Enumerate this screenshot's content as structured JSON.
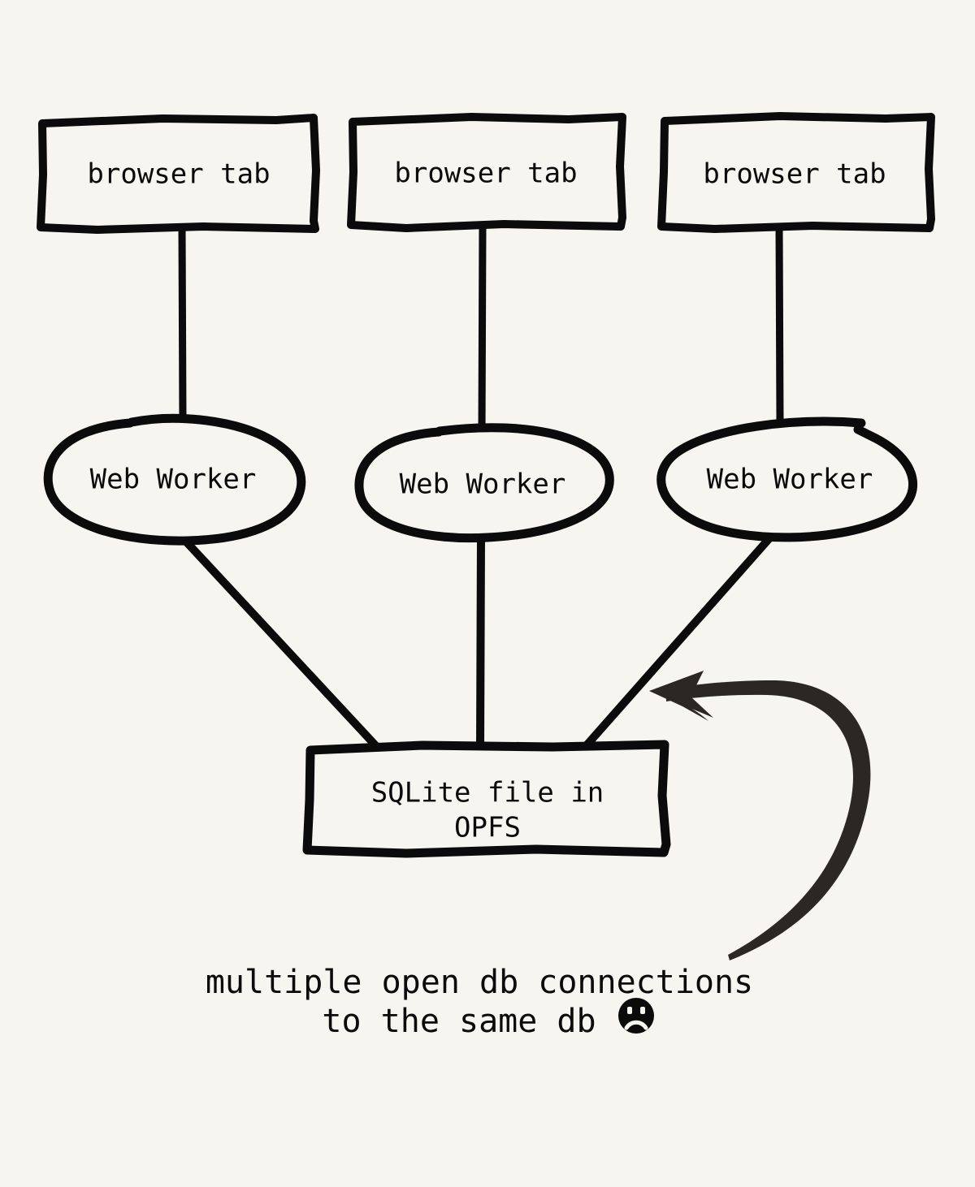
{
  "diagram": {
    "title": "browser tabs to web workers to SQLite in OPFS",
    "background_color": "#f6f5f0",
    "stroke_color": "#0b0b0b",
    "arrow_color": "#2b2824",
    "tabs": [
      {
        "label": "browser tab"
      },
      {
        "label": "browser tab"
      },
      {
        "label": "browser tab"
      }
    ],
    "workers": [
      {
        "label": "Web Worker"
      },
      {
        "label": "Web Worker"
      },
      {
        "label": "Web Worker"
      }
    ],
    "storage": {
      "label_line1": "SQLite file in",
      "label_line2": "OPFS"
    },
    "annotation": {
      "line1": "multiple open db connections",
      "line2": "to the same db",
      "emoji": "frowning-face"
    }
  }
}
